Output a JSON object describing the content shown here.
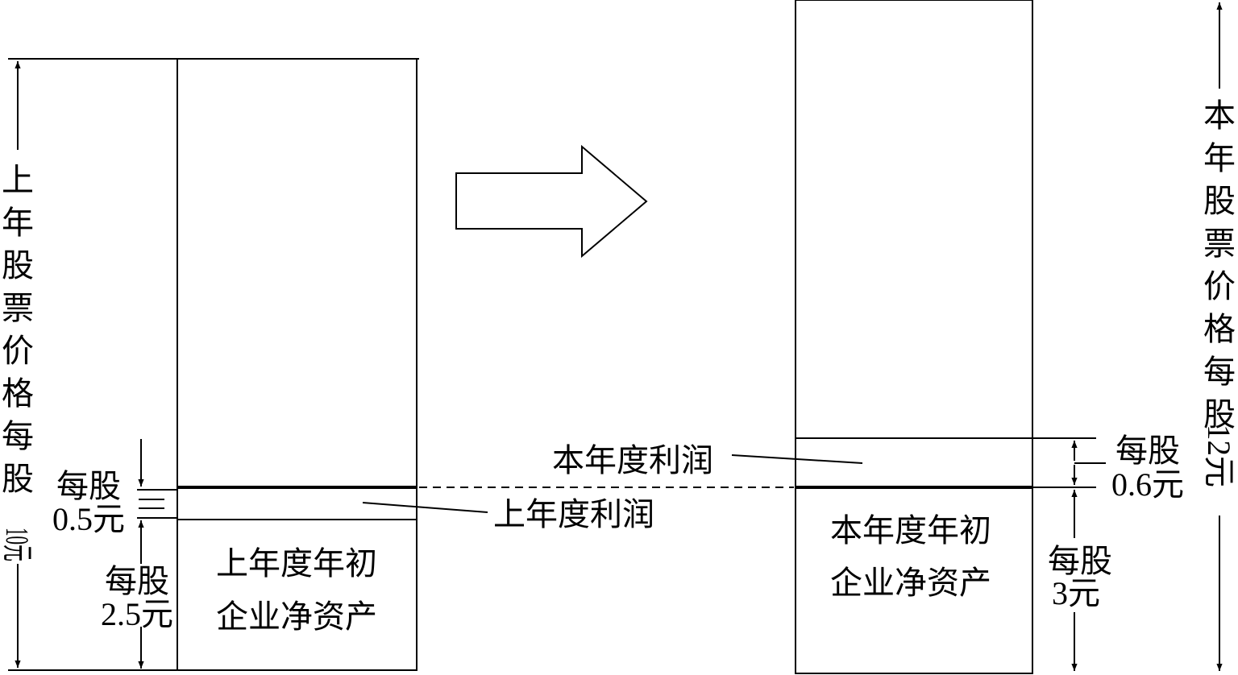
{
  "left": {
    "price_label": [
      "上",
      "年",
      "股",
      "票",
      "价",
      "格",
      "每",
      "股"
    ],
    "price_value": "10元",
    "profit_amount": [
      "每股",
      "0.5元"
    ],
    "assets_amount": [
      "每股",
      "2.5元"
    ],
    "profit_label": "上年度利润",
    "assets_label": [
      "上年度年初",
      "企业净资产"
    ]
  },
  "right": {
    "price_label": [
      "本",
      "年",
      "股",
      "票",
      "价",
      "格",
      "每",
      "股"
    ],
    "price_value": "12元",
    "profit_amount": [
      "每股",
      "0.6元"
    ],
    "assets_amount": [
      "每股",
      "3元"
    ],
    "profit_label": "本年度利润",
    "assets_label": [
      "本年度年初",
      "企业净资产"
    ]
  },
  "colors": {
    "profit_fill": "#acacac",
    "assets_fill": "#d9d9d9",
    "line": "#000000"
  }
}
